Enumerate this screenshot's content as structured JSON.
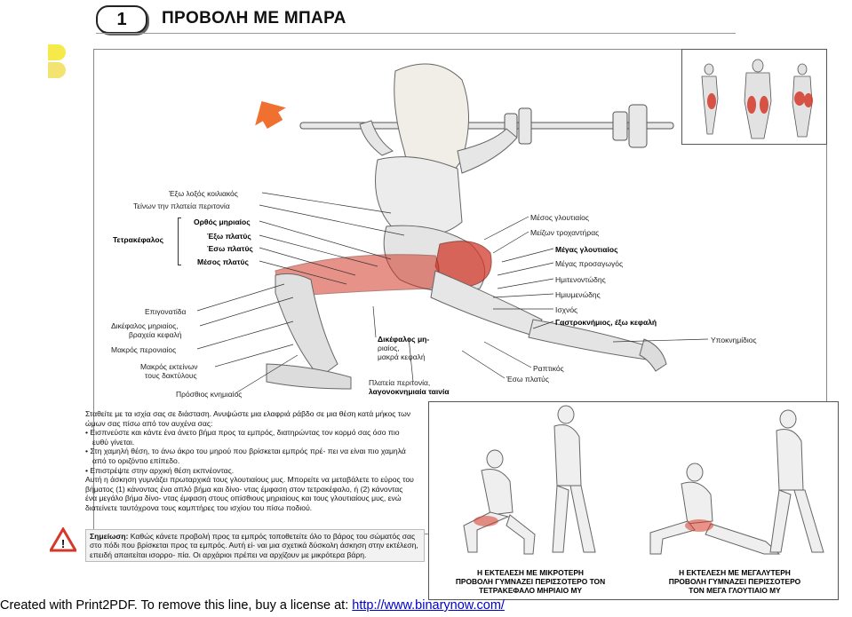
{
  "header": {
    "number": "1",
    "title": "ΠΡΟΒΟΛΗ ΜΕ ΜΠΑΡΑ"
  },
  "labels_left": {
    "external_oblique": "Έξω λοξός κοιλιακός",
    "tensor": "Τείνων την πλατεία περιτονία",
    "group": "Τετρακέφαλος",
    "rectus": "Ορθός μηριαίος",
    "vastus_lat": "Έξω πλατύς",
    "vastus_med": "Έσω πλατύς",
    "vastus_int": "Μέσος πλατύς",
    "patella": "Επιγονατίδα",
    "biceps_short_1": "Δικέφαλος μηριαίος,",
    "biceps_short_2": "βραχεία κεφαλή",
    "peroneus": "Μακρός περονιαίος",
    "ext_dig_1": "Μακρός εκτείνων",
    "ext_dig_2": "τους δακτύλους",
    "tib_ant": "Πρόσθιος κνημιαίος"
  },
  "labels_center": {
    "biceps_long_1": "Δικέφαλος μη-",
    "biceps_long_2": "ριαίος,",
    "biceps_long_3": "μακρά κεφαλή",
    "fascia_1": "Πλατεία περιτονία,",
    "fascia_2": "λαγονοκνημιαία ταινία"
  },
  "labels_right": {
    "glut_med": "Μέσος γλουτιαίος",
    "trochanter": "Μείζων τροχαντήρας",
    "glut_max": "Μέγας γλουτιαίος",
    "adductor": "Μέγας προσαγωγός",
    "semitend": "Ημιτενοντώδης",
    "semimemb": "Ημιυμενώδης",
    "ischium": "Ισχνός",
    "gastro": "Γαστροκνήμιος, έξω κεφαλή",
    "popliteus": "Υποκνημίδιος",
    "sartorius": "Ραπτικός",
    "vastus_med2": "Έσω πλατύς"
  },
  "description": {
    "intro": "Σταθείτε με τα ισχία σας σε διάσταση. Ανυψώστε μια ελαφριά ράβδο σε μια θέση κατά μήκος των ώμων σας πίσω από τον αυχένα σας:",
    "b1": "• Εισπνεύστε και κάντε ένα άνετο βήμα προς τα εμπρός, διατηρώντας τον κορμό σας όσο πιο ευθύ γίνεται.",
    "b2": "• Στη χαμηλή θέση, το άνω άκρο του μηρού που βρίσκεται εμπρός πρέ- πει να είναι πιο χαμηλά από το οριζόντιο επίπεδο.",
    "b3": "• Επιστρέψτε στην αρχική θέση εκπνέοντας.",
    "outro": "Αυτή η άσκηση γυμνάζει πρωταρχικά τους γλουτιαίους μυς. Μπορείτε να μεταβάλετε το εύρος του βήματος (1) κάνοντας ένα απλό βήμα και δίνο- ντας έμφαση στον τετρακέφαλο, ή (2) κάνοντας ένα μεγάλο βήμα δίνο- ντας έμφαση στους οπίσθιους μηριαίους και τους γλουτιαίους μυς, ενώ διατείνετε ταυτόχρονα τους καμπτήρες του ισχίου του πίσω ποδιού."
  },
  "warning": {
    "icon": "warning-triangle-icon",
    "label": "Σημείωση:",
    "text": " Καθώς κάνετε προβολή προς τα εμπρός τοποθετείτε όλο το βάρος του σώματός σας στο πόδι που βρίσκεται προς τα εμπρός. Αυτή εί- ναι μια σχετικά δύσκολη άσκηση στην εκτέλεση, επειδή απαιτείται ισορρο- πία. Οι αρχάριοι πρέπει να αρχίζουν με μικρότερα βάρη."
  },
  "captions": {
    "small_1": "Η ΕΚΤΕΛΕΣΗ ΜΕ ΜΙΚΡΟΤΕΡΗ",
    "small_2": "ΠΡΟΒΟΛΗ ΓΥΜΝΑΖΕΙ ΠΕΡΙΣΣΟΤΕΡΟ ΤΟΝ",
    "small_3": "ΤΕΤΡΑΚΕΦΑΛΟ ΜΗΡΙΑΙΟ ΜΥ",
    "large_1": "Η ΕΚΤΕΛΕΣΗ ΜΕ ΜΕΓΑΛΥΤΕΡΗ",
    "large_2": "ΠΡΟΒΟΛΗ ΓΥΜΝΑΖΕΙ ΠΕΡΙΣΣΟΤΕΡΟ",
    "large_3": "ΤΟΝ ΜΕΓΑ ΓΛΟΥΤΙΑΙΟ ΜΥ"
  },
  "footer": {
    "text": "Created with Print2PDF. To remove this line, buy a license at: ",
    "link": "http://www.binarynow.com/"
  },
  "colors": {
    "muscle_red": "#d33a2a",
    "arrow_orange": "#f07030",
    "marker_yellow": "#f6e94a"
  }
}
